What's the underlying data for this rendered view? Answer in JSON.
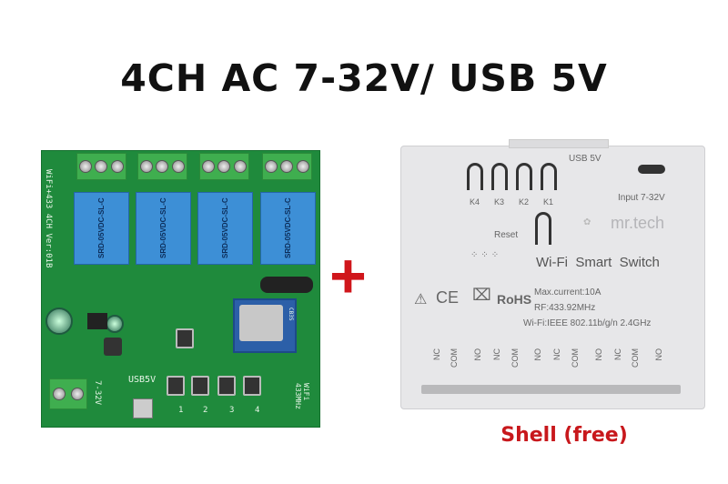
{
  "title": "4CH AC 7-32V/ USB 5V",
  "plus": "+",
  "caption": "Shell (free)",
  "pcb": {
    "side_label": "WiFi+433 4CH Ver:01B",
    "relay_text": "SRD-05VDC-SL-C",
    "power_label": "7-32V",
    "usb_label": "USB5V",
    "radio_label": "WiFi 433MHz",
    "module_label": "CB3S",
    "button_labels": [
      "1",
      "2",
      "3",
      "4"
    ]
  },
  "shell": {
    "usb": "USB 5V",
    "input": "Input 7-32V",
    "keys": [
      "K4",
      "K3",
      "K2",
      "K1"
    ],
    "reset": "Reset",
    "brand": "mr.tech",
    "product": "Wi-Fi  Smart  Switch",
    "rohs": "RoHS",
    "ce": "CE",
    "specs": [
      "Max.current:10A",
      "RF:433.92MHz",
      "Wi-Fi:IEEE 802.11b/g/n 2.4GHz"
    ],
    "terminals": [
      "NC",
      "COM",
      "NO",
      "NC",
      "COM",
      "NO",
      "NC",
      "COM",
      "NO",
      "NC",
      "COM",
      "NO"
    ]
  }
}
